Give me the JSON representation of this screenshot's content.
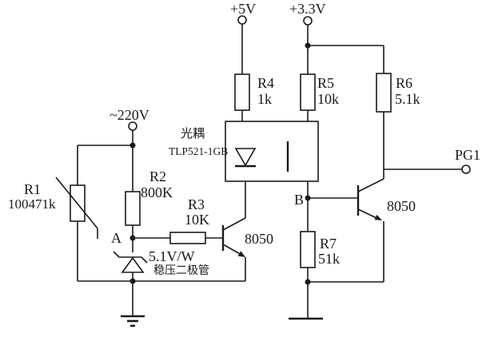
{
  "diagram": {
    "kind": "optocoupler mains-detect circuit schematic",
    "background": "#ffffff",
    "line_color": "#1a1a1a"
  },
  "terminals": {
    "vcc5": "+5V",
    "vcc33": "+3.3V",
    "mains": "~220V",
    "output": "PG1"
  },
  "nodes": {
    "a": "A",
    "b": "B"
  },
  "components": {
    "r1": {
      "ref": "R1",
      "value": "100471k"
    },
    "r2": {
      "ref": "R2",
      "value": "800K"
    },
    "r3": {
      "ref": "R3",
      "value": "10K"
    },
    "r4": {
      "ref": "R4",
      "value": "1k"
    },
    "r5": {
      "ref": "R5",
      "value": "10k"
    },
    "r6": {
      "ref": "R6",
      "value": "5.1k"
    },
    "r7": {
      "ref": "R7",
      "value": "51k"
    },
    "optocoupler": {
      "label": "光耦",
      "part": "TLP521-1GB"
    },
    "q1": {
      "part": "8050"
    },
    "q2": {
      "part": "8050"
    },
    "zener": {
      "value": "5.1V/W",
      "label": "稳压二极管"
    }
  }
}
